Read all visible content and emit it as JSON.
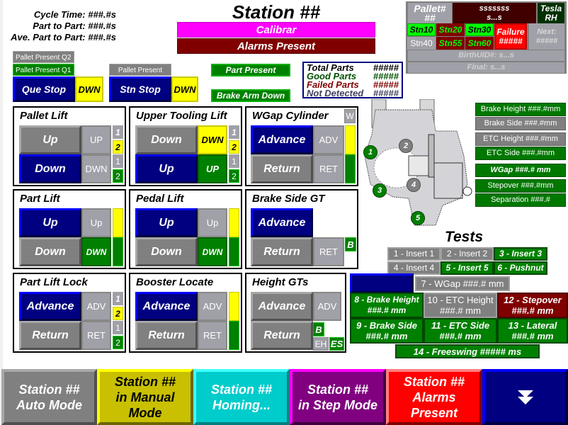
{
  "header": {
    "title": "Station ##",
    "calibrar": "Calibrar",
    "alarms_present": "Alarms Present",
    "cycle_time": "Cycle Time: ###.#s",
    "part_to_part": "Part to Part: ###.#s",
    "ave_part_to_part": "Ave. Part to Part: ###.#s"
  },
  "que": {
    "pallet_q2": "Pallet Present Q2",
    "pallet_q1": "Pallet Present Q1",
    "stop_label": "Que Stop",
    "status": "DWN"
  },
  "stn": {
    "pallet": "Pallet Present",
    "stop_label": "Stn Stop",
    "status": "DWN"
  },
  "part_status": {
    "part_present": "Part Present",
    "brake_arm_down": "Brake Arm Down"
  },
  "counts": {
    "total_label": "Total Parts",
    "total_value": "#####",
    "good_label": "Good Parts",
    "good_value": "#####",
    "failed_label": "Failed Parts",
    "failed_value": "#####",
    "not_detected_label": "Not Detected",
    "not_detected_value": "#####"
  },
  "pallet_info": {
    "pallet_num": "Pallet# ##",
    "serial_top": "sssssss",
    "serial_bottom": "s...s",
    "model_top": "Tesla",
    "model_bottom": "RH",
    "stations": [
      "Stn10",
      "Stn20",
      "Stn30",
      "Stn40",
      "Stn55",
      "Stn60"
    ],
    "failure_label": "Failure",
    "failure_value": "#####",
    "next_label": "Next:",
    "next_value": "#####",
    "birth_uid": "BirthUID#: s...s",
    "final": "Final: s...s"
  },
  "panels": {
    "pallet_lift": {
      "title": "Pallet Lift",
      "btn1": "Up",
      "btn2": "Down",
      "ind1": "UP",
      "ind2": "DWN",
      "n": [
        "1",
        "2",
        "1",
        "2"
      ]
    },
    "upper_tooling_lift": {
      "title": "Upper Tooling Lift",
      "btn1": "Down",
      "btn2": "Up",
      "ind1": "DWN",
      "ind2": "UP",
      "n": [
        "1",
        "2",
        "1",
        "2"
      ]
    },
    "wgap_cylinder": {
      "title": "WGap Cylinder",
      "btn1": "Advance",
      "btn2": "Return",
      "ind1": "ADV",
      "ind2": "RET",
      "tag": "W"
    },
    "part_lift": {
      "title": "Part Lift",
      "btn1": "Up",
      "btn2": "Down",
      "ind1": "Up",
      "ind2": "DWN"
    },
    "pedal_lift": {
      "title": "Pedal Lift",
      "btn1": "Up",
      "btn2": "Down",
      "ind1": "Up",
      "ind2": "DWN"
    },
    "brake_side_gt": {
      "title": "Brake Side GT",
      "btn1": "Advance",
      "btn2": "Return",
      "ind2": "RET",
      "tag": "B"
    },
    "part_lift_lock": {
      "title": "Part Lift Lock",
      "btn1": "Advance",
      "btn2": "Return",
      "ind1": "ADV",
      "ind2": "RET",
      "n": [
        "1",
        "2",
        "1",
        "2"
      ]
    },
    "booster_locate": {
      "title": "Booster Locate",
      "btn1": "Advance",
      "btn2": "Return",
      "ind1": "ADV",
      "ind2": "RET"
    },
    "height_gts": {
      "title": "Height GTs",
      "btn1": "Advance",
      "btn2": "Return",
      "ind1": "ADV",
      "tag_b": "B",
      "tag_eh": "EH",
      "tag_es": "ES"
    }
  },
  "part_image": {
    "markers": [
      "1",
      "2",
      "3",
      "4",
      "5"
    ]
  },
  "measurements": [
    "Brake Height ###.#mm",
    "Brake Side ###.#mm",
    "ETC Height ###.#mm",
    "ETC Side ###.#mm",
    "WGap ###.# mm",
    "Stepover ###.#mm",
    "Separation ###.#"
  ],
  "tests": {
    "title": "Tests",
    "t1": "1 - Insert 1",
    "t2": "2 - Insert 2",
    "t3": "3 - Insert 3",
    "t4": "4 - Insert 4",
    "t5": "5 - Insert 5",
    "t6": "6 - Pushnut",
    "t7": "7 - WGap ###.# mm",
    "t8a": "8 - Brake Height",
    "t8b": "###.# mm",
    "t9a": "9 - Brake Side",
    "t9b": "###.# mm",
    "t10a": "10 - ETC Height",
    "t10b": "###.# mm",
    "t11a": "11 - ETC Side",
    "t11b": "###.# mm",
    "t12a": "12 - Stepover",
    "t12b": "###.# mm",
    "t13a": "13 - Lateral",
    "t13b": "###.# mm",
    "t14": "14 - Freeswing ##### ms"
  },
  "modes": {
    "auto": [
      "Station ##",
      "Auto Mode"
    ],
    "manual": [
      "Station ##",
      "in Manual",
      "Mode"
    ],
    "homing": [
      "Station ##",
      "Homing..."
    ],
    "step": [
      "Station ##",
      "in Step Mode"
    ],
    "alarms": [
      "Station ##",
      "Alarms",
      "Present"
    ]
  },
  "colors": {
    "blue_button": "#000080",
    "gray_button": "#808080",
    "indicator_yellow": "#ffff00",
    "indicator_green": "#008000",
    "calibrar": "#ff00ff",
    "alarm_banner": "#800000",
    "mode_auto": "#808080",
    "mode_manual": "#c8c000",
    "mode_homing": "#00cccc",
    "mode_step": "#800080",
    "mode_alarms": "#ff0000",
    "mode_nav": "#000080"
  }
}
